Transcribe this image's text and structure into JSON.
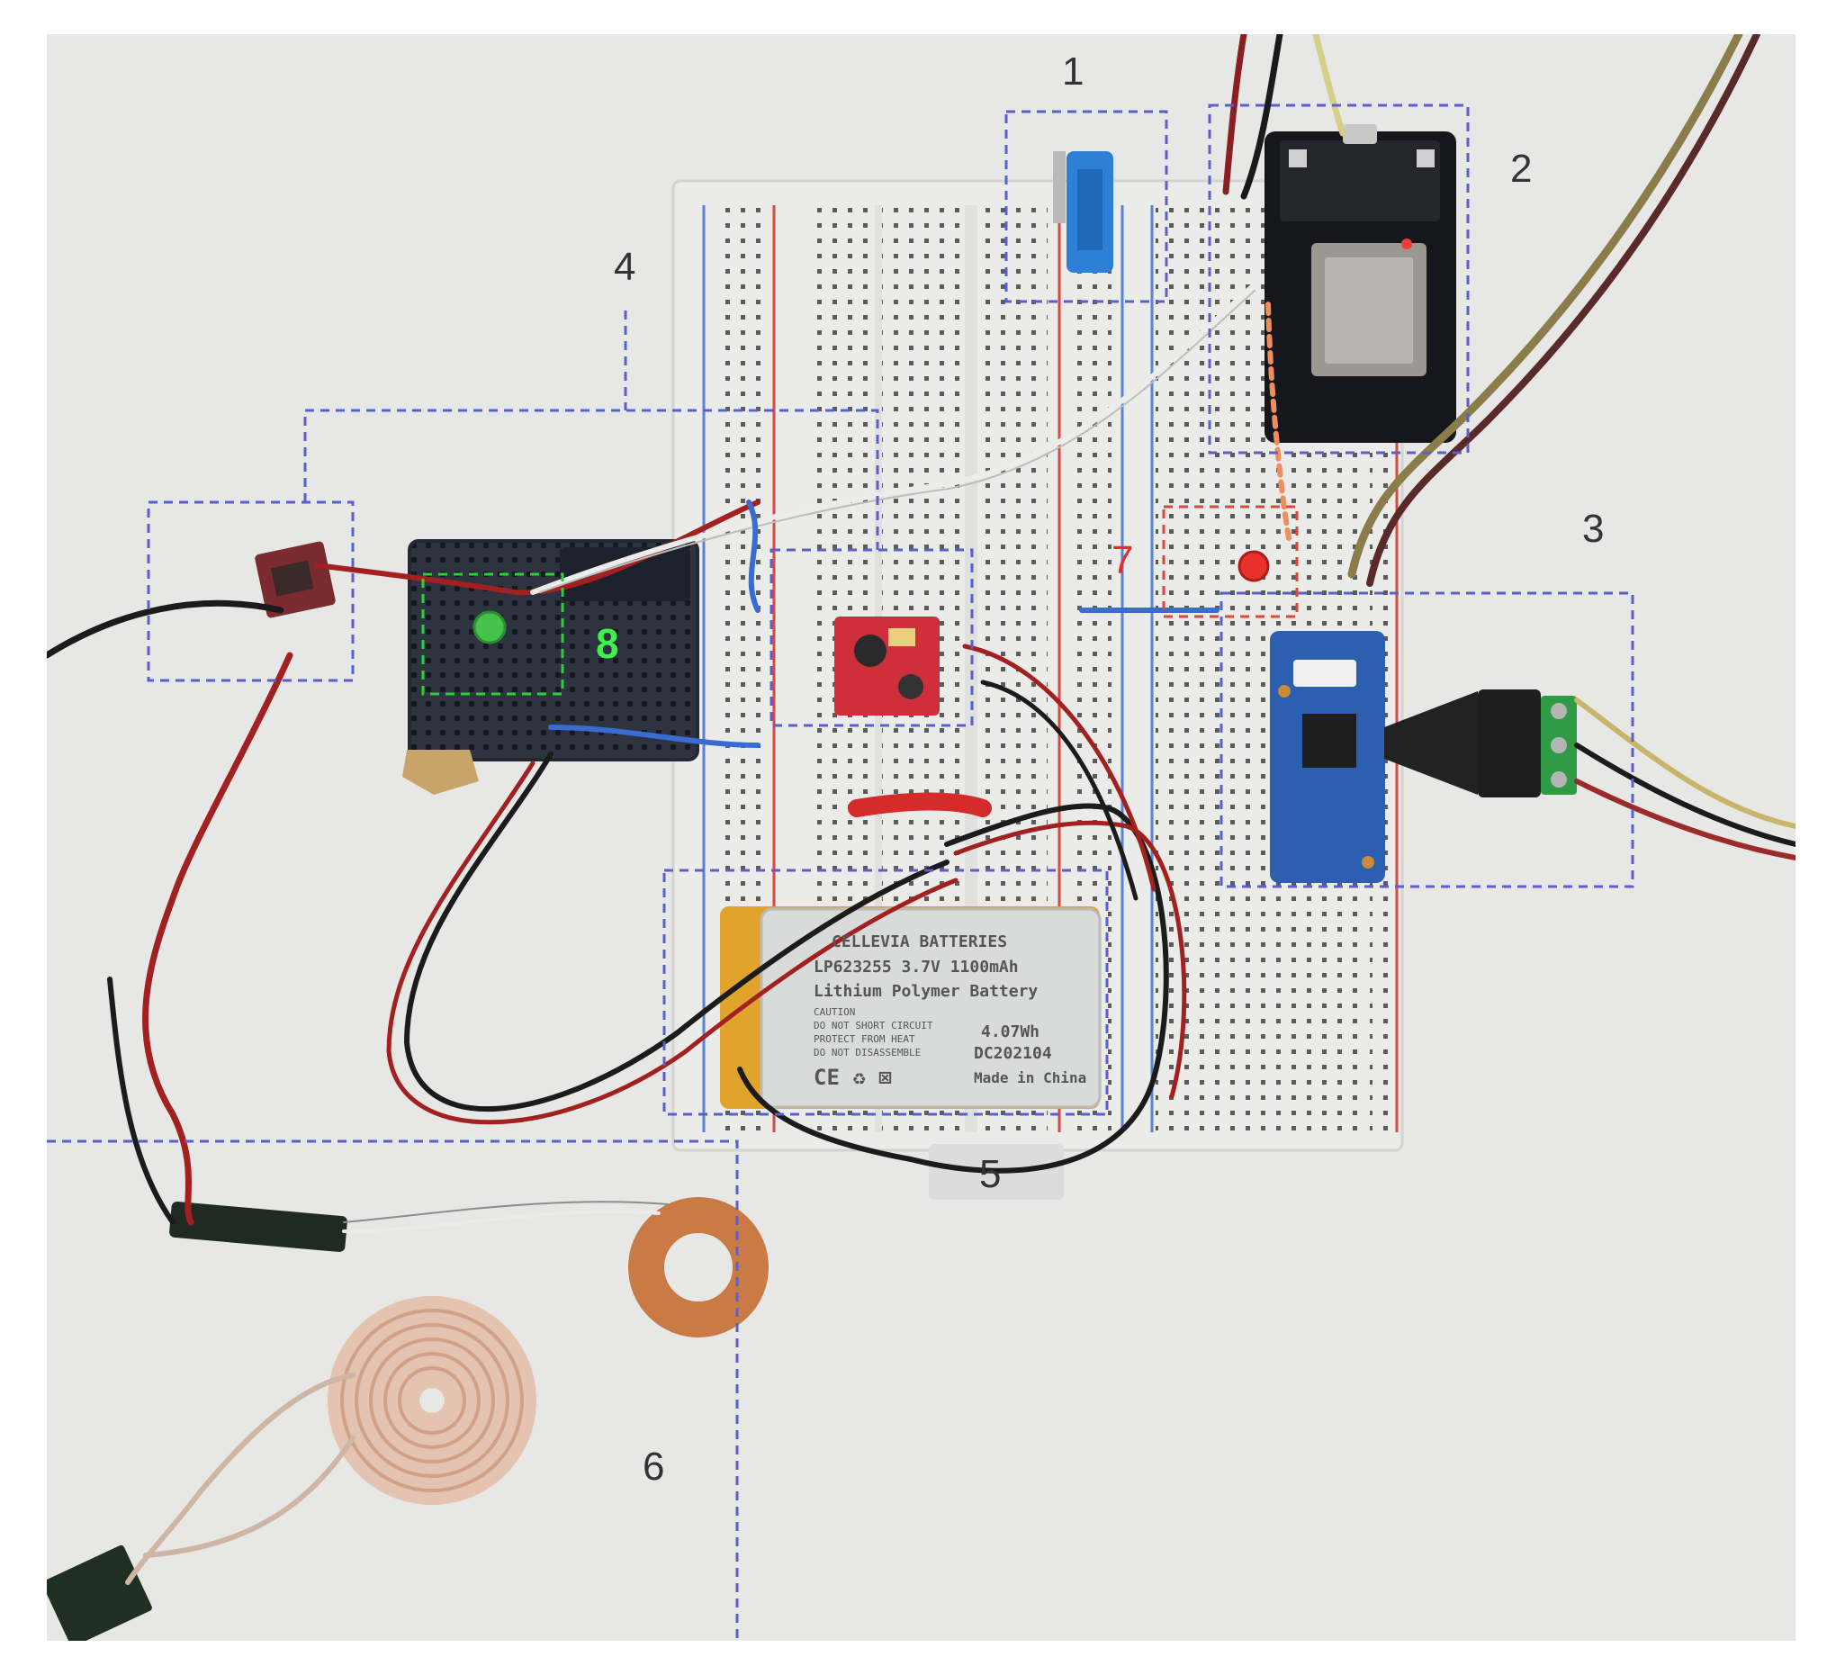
{
  "labels": {
    "m1": "1",
    "m2": "2",
    "m3": "3",
    "m4": "4",
    "m5": "5",
    "m6": "6",
    "m7": "7",
    "m8": "8"
  },
  "battery": {
    "brand": "CELLEVIA BATTERIES",
    "model": "LP623255 3.7V  1100mAh",
    "type": "Lithium Polymer Battery",
    "caution_title": "CAUTION",
    "caution_1": "DO NOT SHORT CIRCUIT",
    "caution_2": "PROTECT FROM HEAT",
    "caution_3": "DO NOT DISASSEMBLE",
    "energy": "4.07Wh",
    "date_code": "DC202104",
    "marks": "CE ♻ ⊠",
    "origin": "Made in China"
  },
  "colors": {
    "background": "#e7e8e6",
    "dashed_box_blue": "#5a5fcf",
    "dashed_box_red": "#d9483f",
    "dashed_box_green": "#2fcf3a",
    "breadboard": "#ebebea",
    "copper": "#c97a45"
  }
}
